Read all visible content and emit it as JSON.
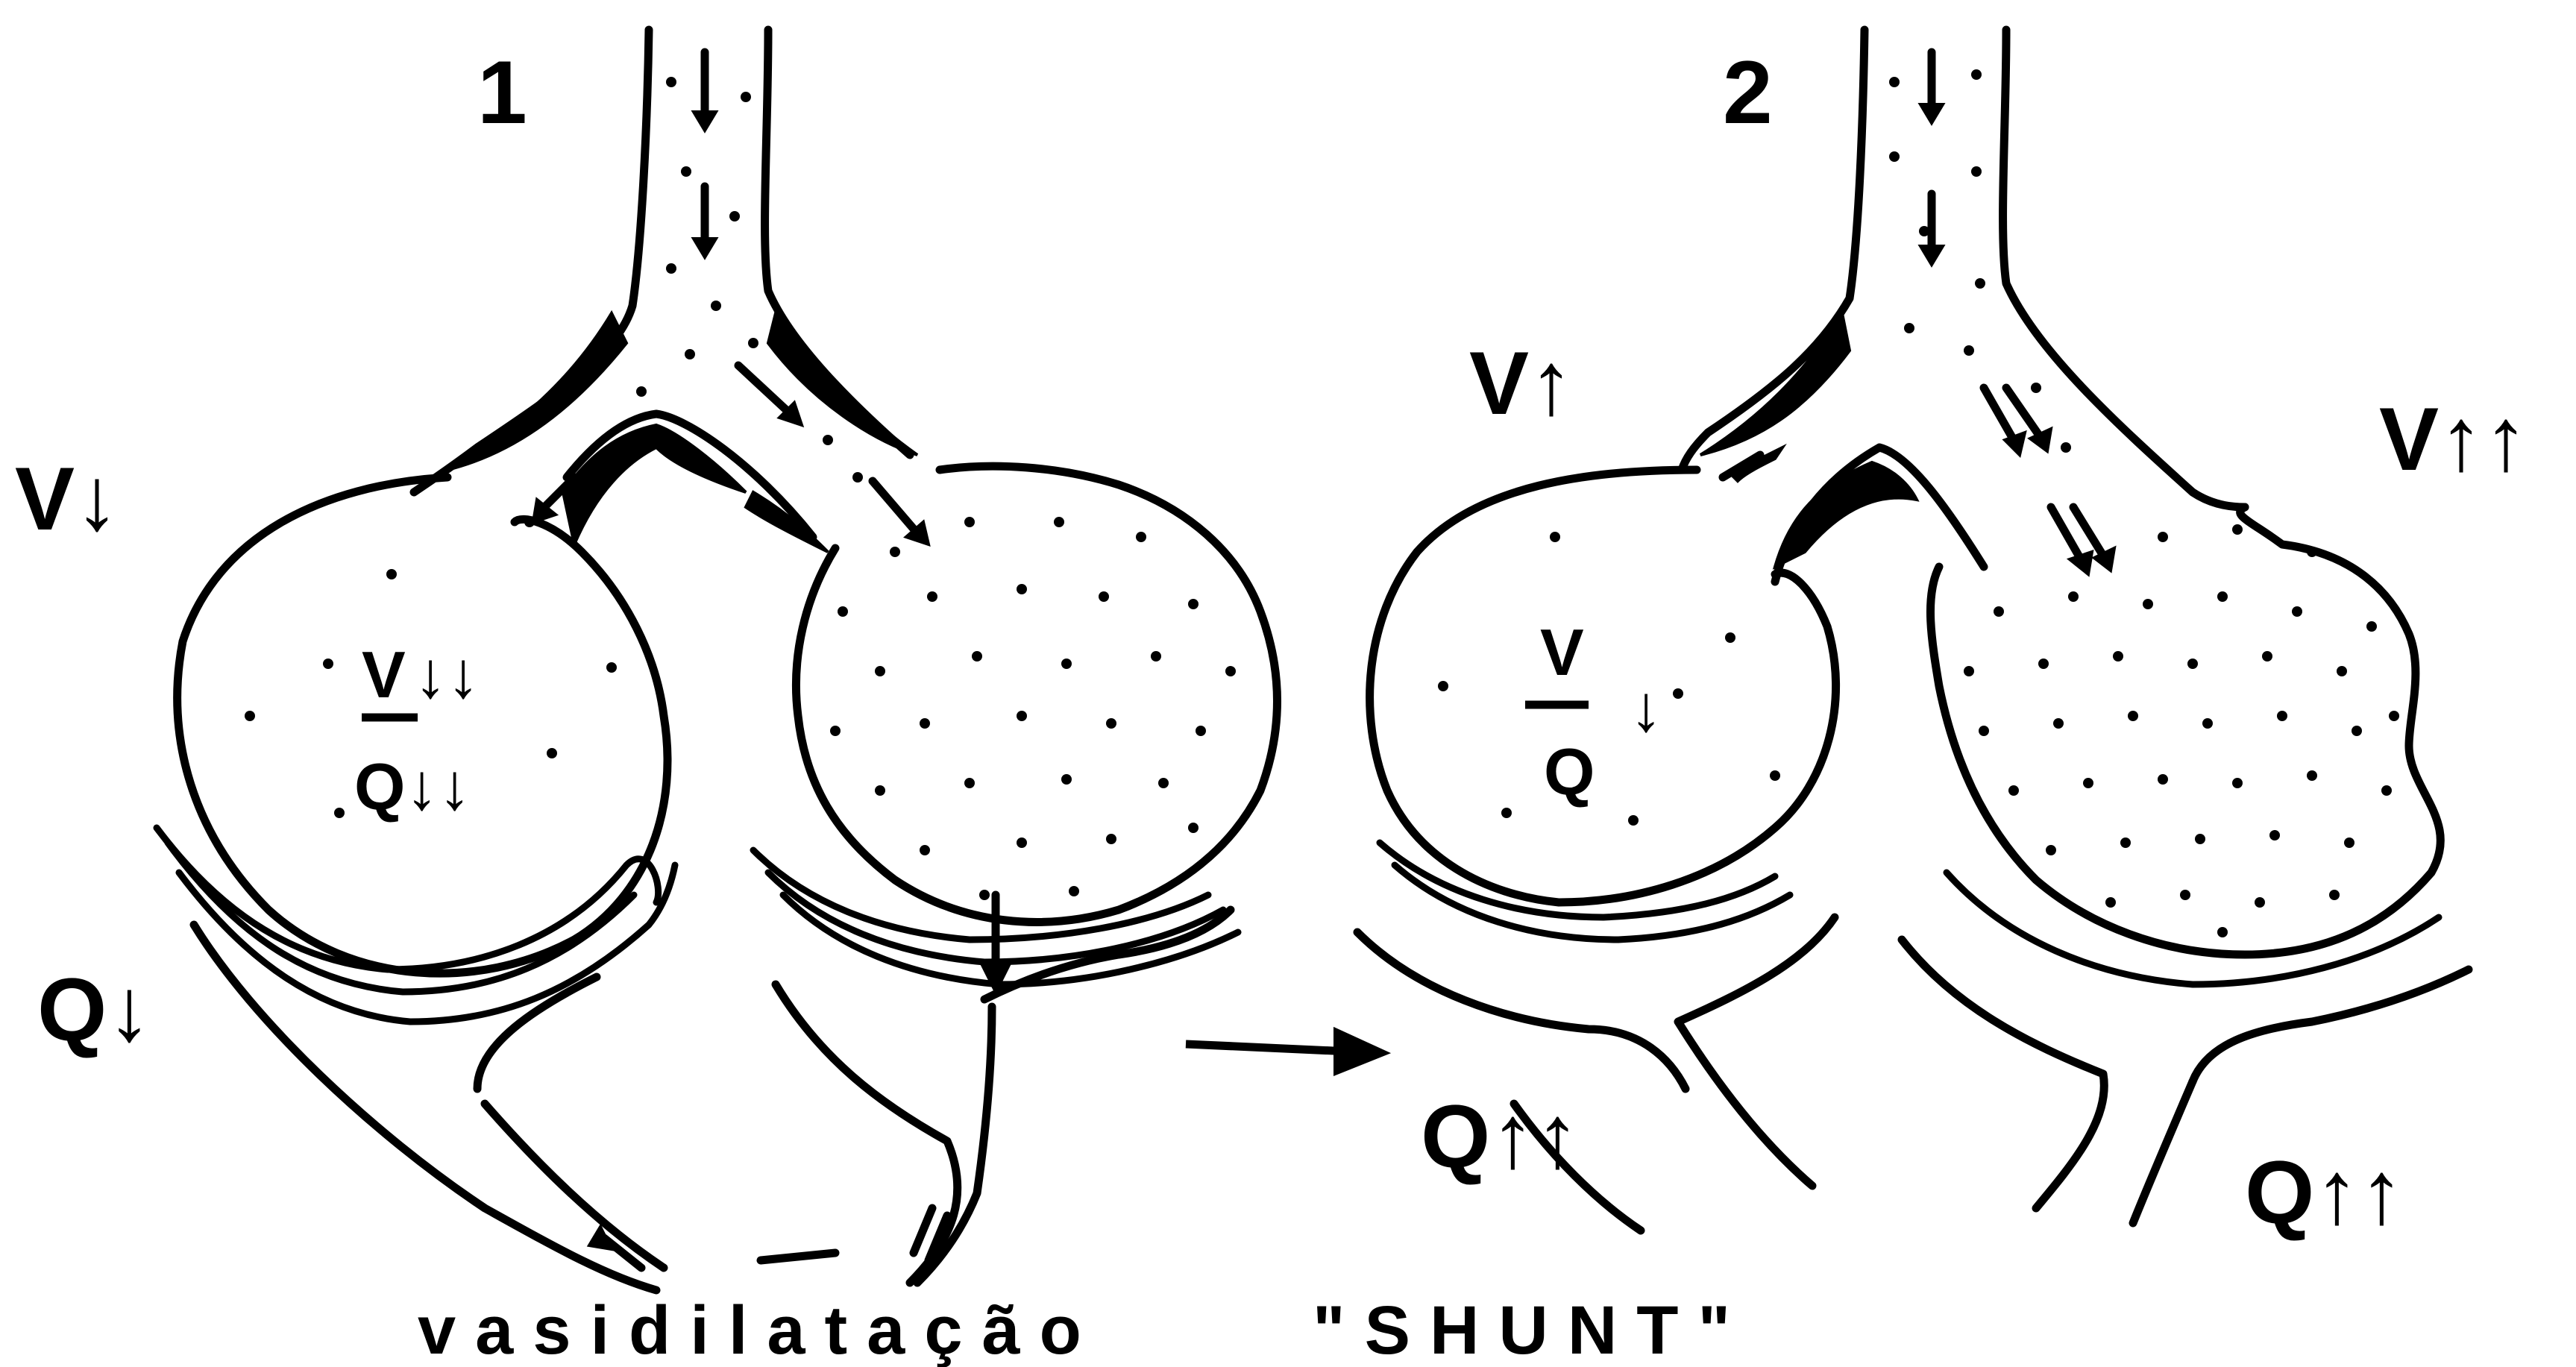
{
  "panel_1": {
    "number": "1",
    "ventilation": "V↓",
    "perfusion": "Q↓",
    "ratio_numerator": "V",
    "ratio_numerator_arrows": "↓↓",
    "ratio_denominator": "Q↓↓",
    "caption": "vasidilatação"
  },
  "panel_2": {
    "number": "2",
    "ventilation_left": "V↑",
    "ventilation_right": "V↑↑",
    "perfusion_left": "Q↑↑",
    "perfusion_right": "Q↑↑",
    "ratio_numerator": "V",
    "ratio_arrow": "↓",
    "ratio_denominator": "Q",
    "caption": "\"SHUNT\""
  },
  "colors": {
    "ink": "#000000",
    "background": "#ffffff"
  }
}
